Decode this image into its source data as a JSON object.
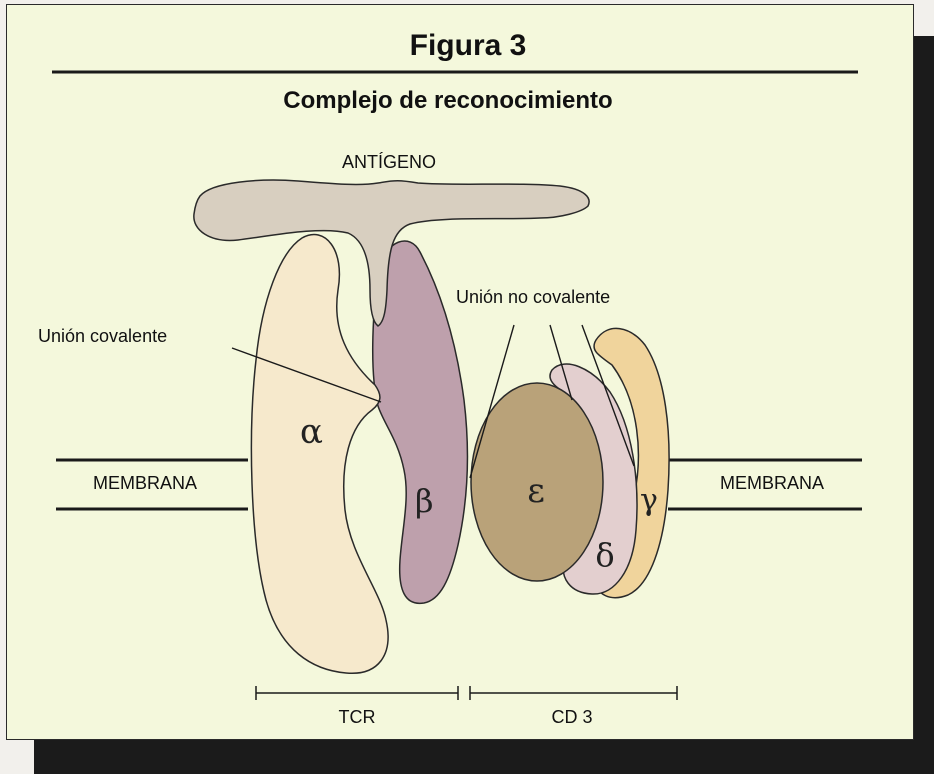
{
  "figure": {
    "title": "Figura 3",
    "subtitle": "Complejo de reconocimiento"
  },
  "labels": {
    "antigen": "ANTÍGENO",
    "covalent": "Unión covalente",
    "noncovalent": "Unión no covalente",
    "membrane_left": "MEMBRANA",
    "membrane_right": "MEMBRANA",
    "tcr": "TCR",
    "cd3": "CD 3"
  },
  "chains": {
    "alpha": "α",
    "beta": "β",
    "epsilon": "ε",
    "delta": "δ",
    "gamma": "γ"
  },
  "colors": {
    "panel_bg": "#f4f8dc",
    "antigen": "#d8cfc0",
    "alpha": "#f6e9cc",
    "beta": "#bea0ac",
    "epsilon": "#b9a279",
    "delta": "#e3cfcf",
    "gamma": "#f0d49c",
    "outline": "#2a2a2a",
    "shadow": "#1b1b1b"
  }
}
